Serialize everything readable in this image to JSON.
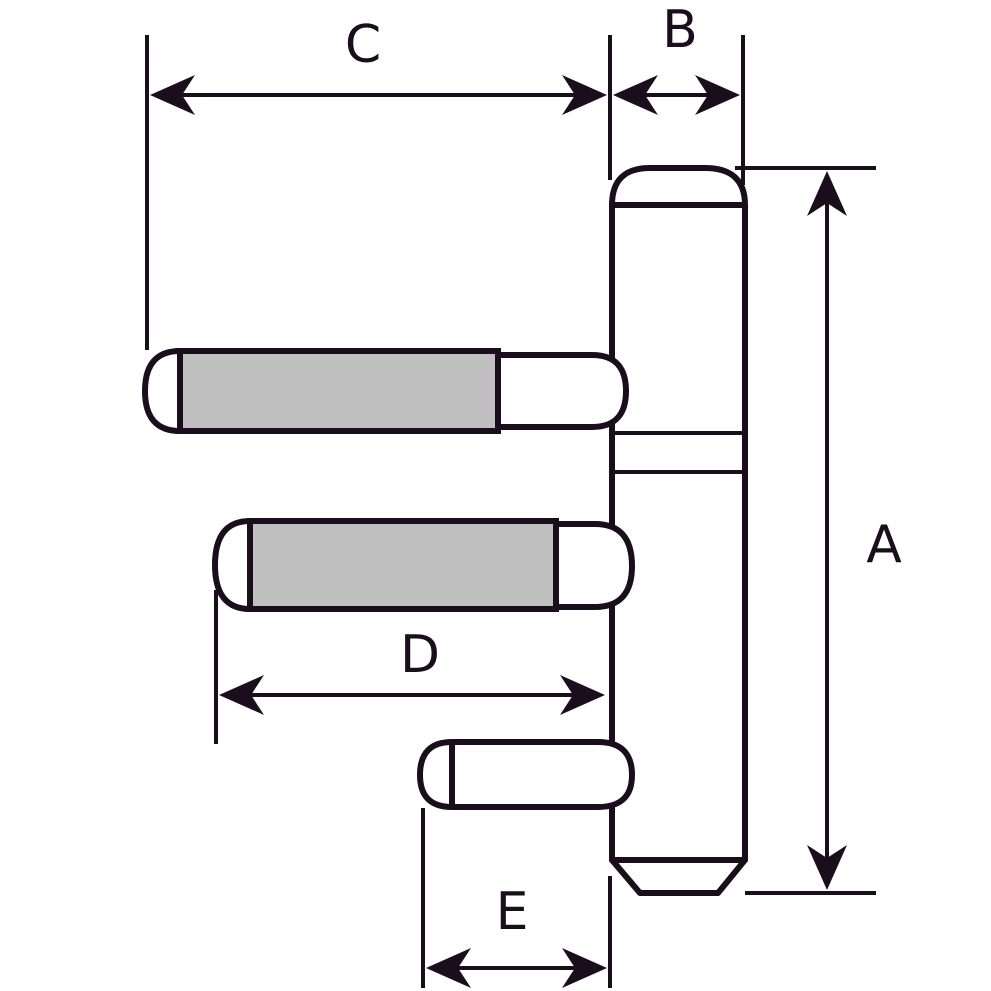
{
  "colors": {
    "line": "#1a0d1c",
    "thread_fill": "#c0c0c0",
    "background": "#ffffff"
  },
  "labels": {
    "a": "A",
    "b": "B",
    "c": "C",
    "d": "D",
    "e": "E"
  }
}
